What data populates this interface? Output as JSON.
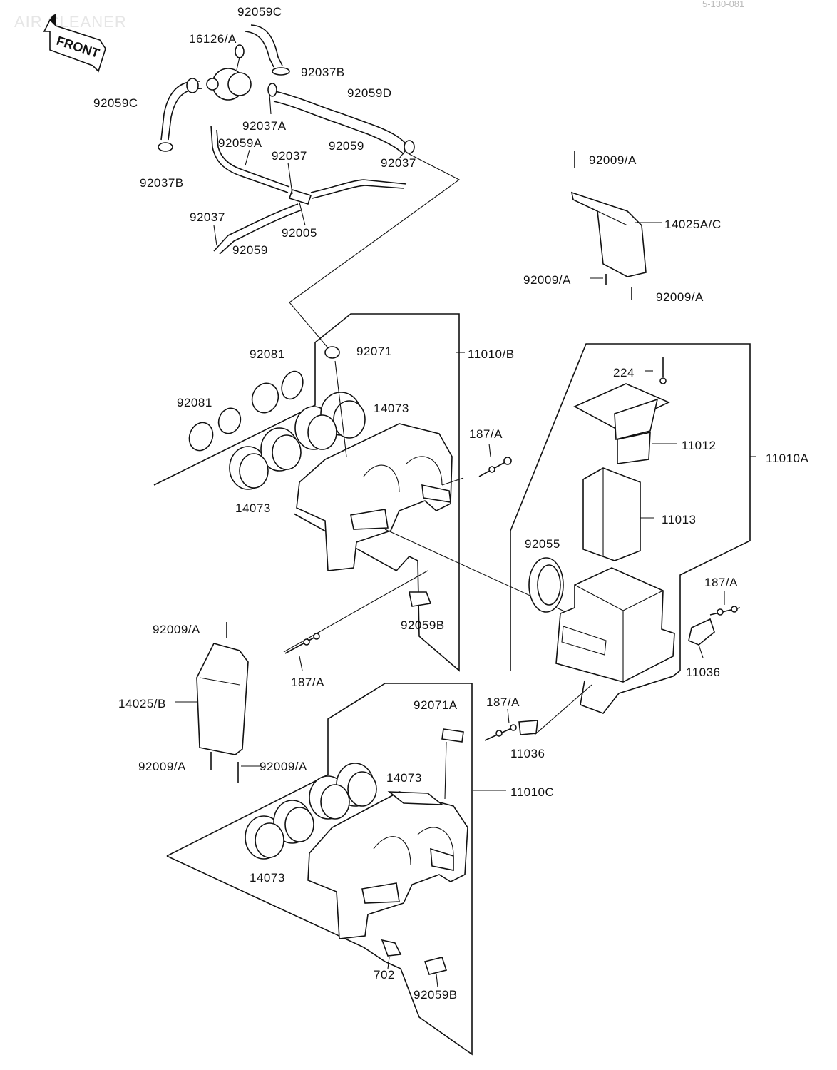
{
  "header": {
    "title": "AIR CLEANER",
    "frame_code": "5-130-081",
    "front_label": "FRONT"
  },
  "parts": {
    "p92059C_top": "92059C",
    "p16126A": "16126/A",
    "p92037B_top": "92037B",
    "p92059C_left": "92059C",
    "p92059D": "92059D",
    "p92037A": "92037A",
    "p92059A": "92059A",
    "p92037_mid": "92037",
    "p92059_mid": "92059",
    "p92037_right": "92037",
    "p92037B_left": "92037B",
    "p92037_low": "92037",
    "p92005": "92005",
    "p92059_low": "92059",
    "p92009A_1": "92009/A",
    "p14025AC": "14025A/C",
    "p92009A_2": "92009/A",
    "p92009A_3": "92009/A",
    "p92081_a": "92081",
    "p92071": "92071",
    "p11010B": "11010/B",
    "p92081_b": "92081",
    "p14073_a": "14073",
    "p187A_a": "187/A",
    "p14073_b": "14073",
    "p224": "224",
    "p11012": "11012",
    "p11010A": "11010A",
    "p11013": "11013",
    "p92055": "92055",
    "p187A_b": "187/A",
    "p92059B_a": "92059B",
    "p92009A_4": "92009/A",
    "p11036_a": "11036",
    "p187A_c": "187/A",
    "p14025B": "14025/B",
    "p92071A": "92071A",
    "p187A_d": "187/A",
    "p11036_b": "11036",
    "p92009A_5": "92009/A",
    "p92009A_6": "92009/A",
    "p14073_c": "14073",
    "p11010C": "11010C",
    "p14073_d": "14073",
    "p702": "702",
    "p92059B_b": "92059B"
  }
}
